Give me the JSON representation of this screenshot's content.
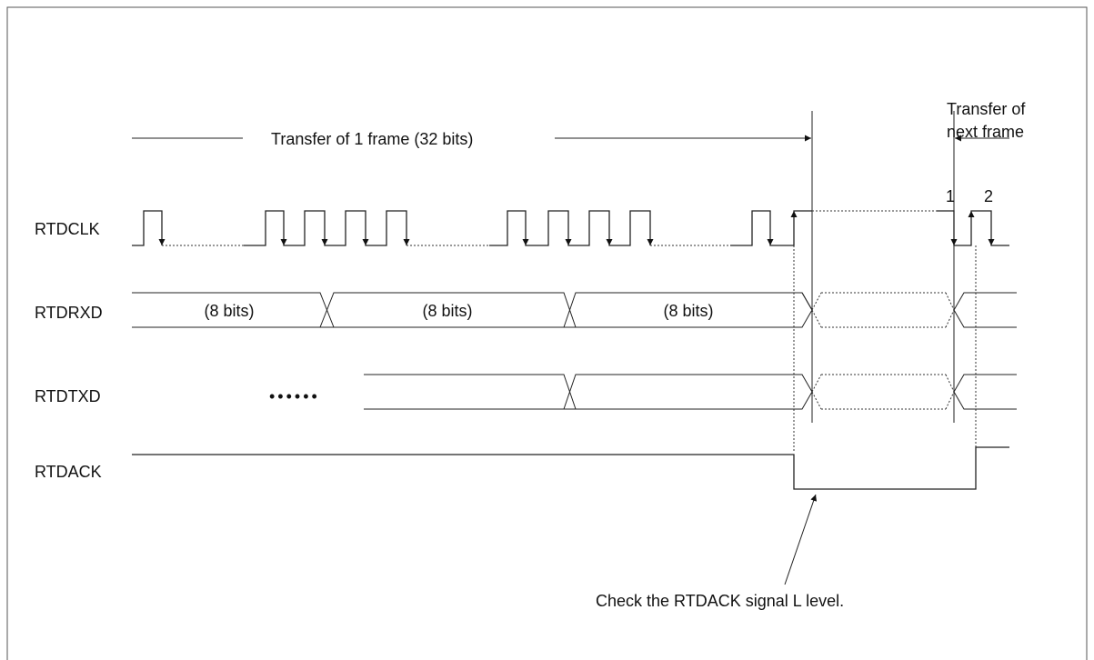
{
  "transfer_label": "Transfer of 1 frame (32 bits)",
  "next_frame": {
    "line1": "Transfer of",
    "line2": "next frame"
  },
  "signals": {
    "clk": "RTDCLK",
    "rxd": "RTDRXD",
    "txd": "RTDTXD",
    "ack": "RTDACK"
  },
  "bit_groups": [
    "(8 bits)",
    "(8 bits)",
    "(8 bits)"
  ],
  "ellipsis": "••••••",
  "edge_numbers": [
    "1",
    "2"
  ],
  "note": "Check the RTDACK signal L level."
}
